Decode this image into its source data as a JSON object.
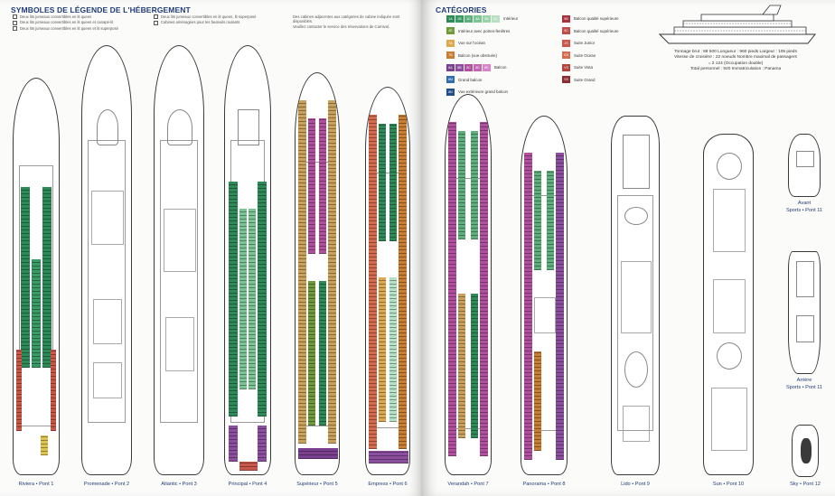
{
  "left_page": {
    "title": "SYMBOLES DE LÉGENDE DE L'HÉBERGEMENT",
    "legend_col1": [
      "Deux lits jumeaux convertibles en lit queen",
      "Deux lits jumeaux convertibles en lit queen et canapé-lit",
      "Deux lits jumeaux convertibles en lit queen et lit superposé"
    ],
    "legend_col2": [
      "Deux lits jumeaux convertibles en lit queen, lit superposé",
      "Cabines aménagées pour les fauteuils roulants"
    ],
    "legend_col3": [
      "Des cabines adjacentes aux catégories de cabine indiquée sont disponibles.",
      "Veuillez contacter le service des réservations de Carnival."
    ],
    "decks": [
      {
        "label": "Riviera • Pont 1"
      },
      {
        "label": "Promenade • Pont 2"
      },
      {
        "label": "Atlantic • Pont 3"
      },
      {
        "label": "Principal • Pont 4"
      },
      {
        "label": "Supérieur • Pont 5"
      },
      {
        "label": "Empress • Pont 6"
      }
    ]
  },
  "right_page": {
    "title": "CATÉGORIES",
    "categories_left": [
      {
        "codes": [
          "1A",
          "1B",
          "1C",
          "4A",
          "4B",
          "4C"
        ],
        "label": "Intérieur",
        "colors": [
          "#2e8b57",
          "#3a9a66",
          "#5fb07d",
          "#7cc493",
          "#9ad3a8",
          "#b8e0c2"
        ]
      },
      {
        "codes": [
          "4E"
        ],
        "label": "Intérieur avec portes-fenêtres",
        "colors": [
          "#6f9a3a"
        ]
      },
      {
        "codes": [
          "7A"
        ],
        "label": "Vue sur l'océan",
        "colors": [
          "#e0a84e"
        ]
      },
      {
        "codes": [
          "7B"
        ],
        "label": "Balcon (vue obstruée)",
        "colors": [
          "#c97e34"
        ]
      },
      {
        "codes": [
          "8A",
          "8B",
          "8C",
          "8D",
          "8E"
        ],
        "label": "Balcon",
        "colors": [
          "#7a3f8e",
          "#8c4fa0",
          "#b0509e",
          "#c265b2",
          "#d685c8"
        ]
      },
      {
        "codes": [
          "8M"
        ],
        "label": "Grand balcon",
        "colors": [
          "#2f6db3"
        ]
      },
      {
        "codes": [
          "8N"
        ],
        "label": "Vue extérieure grand balcon",
        "colors": [
          "#1f4f8a"
        ]
      }
    ],
    "categories_right": [
      {
        "codes": [
          "9B"
        ],
        "label": "Balcon qualité supérieure",
        "colors": [
          "#a8323a"
        ]
      },
      {
        "codes": [
          "9C"
        ],
        "label": "Balcon qualité supérieure",
        "colors": [
          "#bf4b4b"
        ]
      },
      {
        "codes": [
          "JS"
        ],
        "label": "Suite Junior",
        "colors": [
          "#c9574a"
        ]
      },
      {
        "codes": [
          "GS"
        ],
        "label": "Suite Ocean",
        "colors": [
          "#d46a4e"
        ]
      },
      {
        "codes": [
          "VS"
        ],
        "label": "Suite Vista",
        "colors": [
          "#b7413b"
        ]
      },
      {
        "codes": [
          "SS"
        ],
        "label": "Suite Grand",
        "colors": [
          "#8f2a2f"
        ]
      }
    ],
    "specs": [
      "Tonnage brut : 88 500 Longueur : 960 pieds Largeur : 105 pieds",
      "Vitesse de croisière : 22 noeuds Nombre maximal de passagers",
      "= 2 124 (Occupation double)",
      "Total personnel : 920 Immatriculation : Panama"
    ],
    "decks": [
      {
        "label": "Verandah • Pont 7"
      },
      {
        "label": "Panorama • Pont 8"
      },
      {
        "label": "Lido • Pont 9"
      },
      {
        "label": "Sun • Pont 10"
      },
      {
        "label": "Sky • Pont 12"
      }
    ],
    "side_decks": [
      {
        "label": "Avant",
        "sub": "Sports • Pont 11"
      },
      {
        "label": "Arrière",
        "sub": "Sports • Pont 11"
      }
    ]
  }
}
